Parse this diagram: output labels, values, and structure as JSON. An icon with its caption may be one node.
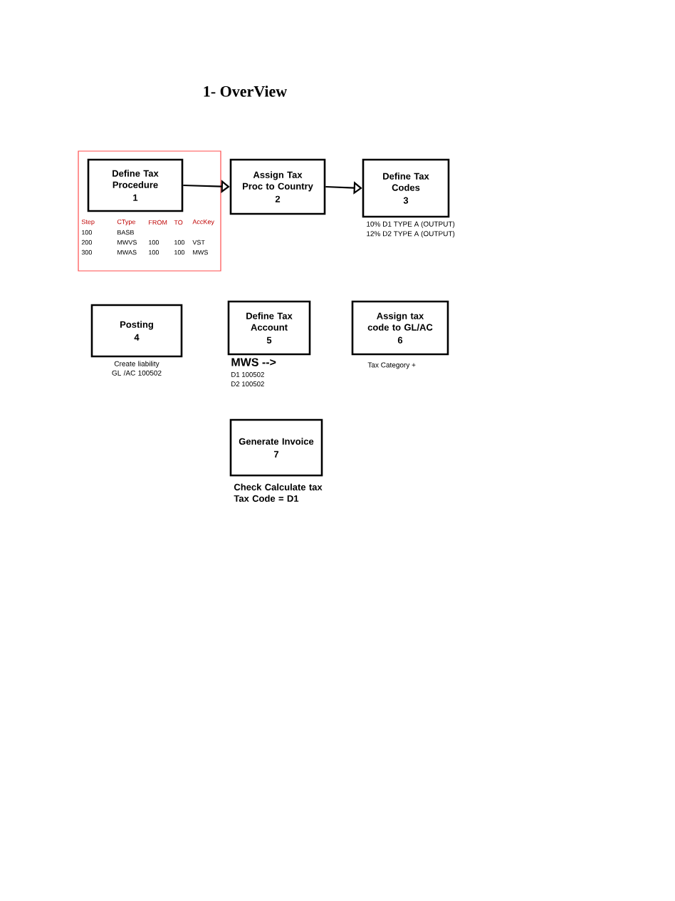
{
  "diagram": {
    "title": "1- OverView",
    "nodes": [
      {
        "text": [],
        "shape": "box"
      },
      {
        "text": [
          "Define Tax Procedure",
          "1"
        ],
        "in": 0
      },
      {
        "text": [
          "Assign Tax Proc to Country",
          "2"
        ]
      },
      {
        "text": [
          "Define Tax Codes",
          "3"
        ],
        "beside": [
          "10% D1 TYPE A (OUTPUT)",
          "12% D2 TYPE A (OUTPUT)"
        ]
      },
      {
        "text": [
          "Posting",
          "4"
        ],
        "beside": [
          "Create liability GL /AC 100502"
        ]
      },
      {
        "text": [
          "Define Tax Account",
          "5"
        ],
        "beside": [
          "MWS -->",
          "D1 100502",
          "D2 100502"
        ]
      },
      {
        "text": [
          "Assign tax code to GL/AC",
          "6"
        ],
        "beside": [
          "Tax Category +"
        ]
      },
      {
        "text": [
          "Generate Invoice",
          "7"
        ],
        "beside": [
          "Check Calculate tax Tax Code = D1"
        ]
      }
    ],
    "edges": [
      {
        "from": 1,
        "to": 2,
        "arrow": "to"
      },
      {
        "from": 2,
        "to": 3,
        "arrow": "to"
      }
    ],
    "labels": [
      "Step",
      "CType",
      "FROM",
      "TO",
      "AccKey",
      "100",
      "BASB",
      "200",
      "MWVS",
      "100",
      "100",
      "VST",
      "300",
      "MWAS",
      "100",
      "100",
      "MWS"
    ]
  }
}
